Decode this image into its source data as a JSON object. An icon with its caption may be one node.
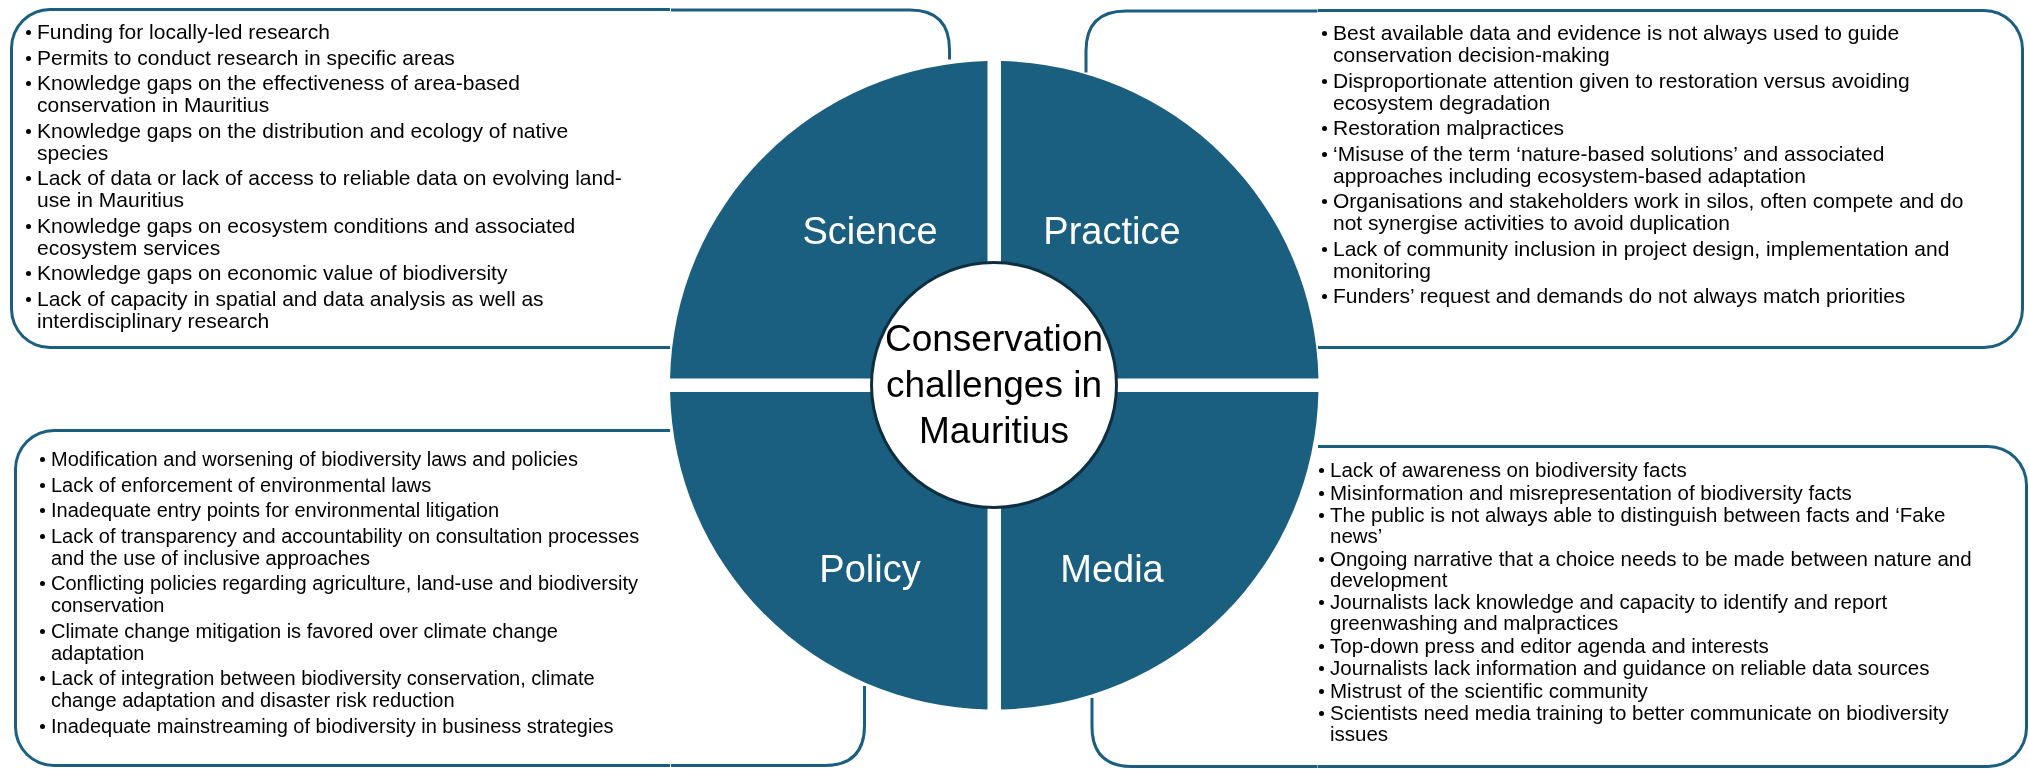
{
  "diagram": {
    "nodes": [
      {
        "text": [
          "Funding for locally-led research",
          "Permits to conduct research in specific areas",
          "Knowledge gaps on the effectiveness of area-based conservation in Mauritius",
          "Knowledge gaps on the distribution and ecology of native species",
          "Lack of data or lack of access to reliable data on evolving land-use in Mauritius",
          "Knowledge gaps on ecosystem conditions and associated ecosystem services",
          "Knowledge gaps on economic value of biodiversity",
          "Lack of capacity in spatial and data analysis as well as interdisciplinary research"
        ]
      },
      {
        "text": [
          "Science"
        ]
      },
      {
        "text": [
          "Practice"
        ]
      },
      {
        "text": [
          "Best available data and evidence is not always used to guide conservation decision-making",
          "Disproportionate attention given to restoration versus avoiding ecosystem degradation",
          "Restoration malpractices",
          "‘Misuse of the term ‘nature-based solutions’ and associated approaches including ecosystem-based adaptation",
          "Organisations and stakeholders work in silos, often compete and do not synergise activities to avoid duplication",
          "Lack of community inclusion in project design, implementation and monitoring",
          "Funders’ request and demands do not always match priorities"
        ]
      },
      {
        "text": [
          "Conservation challenges in Mauritius"
        ]
      },
      {
        "text": [
          "Modification and worsening of biodiversity laws and policies",
          "Lack of enforcement of environmental laws",
          "Inadequate entry points for environmental litigation",
          "Lack of transparency and accountability on consultation processes and the use of inclusive approaches",
          "Conflicting policies regarding agriculture, land-use and biodiversity conservation",
          "Climate change mitigation is favored over climate change adaptation",
          "Lack of integration between biodiversity conservation, climate change adaptation and disaster risk reduction",
          "Inadequate mainstreaming of biodiversity in business strategies"
        ]
      },
      {
        "text": [
          "Policy"
        ]
      },
      {
        "text": [
          "Media"
        ]
      },
      {
        "text": [
          "Lack of awareness on biodiversity facts",
          "Misinformation and misrepresentation of biodiversity facts",
          "The public is not always able to distinguish between facts and ‘Fake news’",
          "Ongoing narrative that a choice needs to be made between nature and development",
          "Journalists lack knowledge and capacity to identify and report greenwashing and malpractices",
          "Top-down press and editor agenda and interests",
          "Journalists lack information and guidance on reliable data sources",
          "Mistrust of the scientific community",
          "Scientists need media training to better communicate on biodiversity issues"
        ]
      }
    ]
  }
}
